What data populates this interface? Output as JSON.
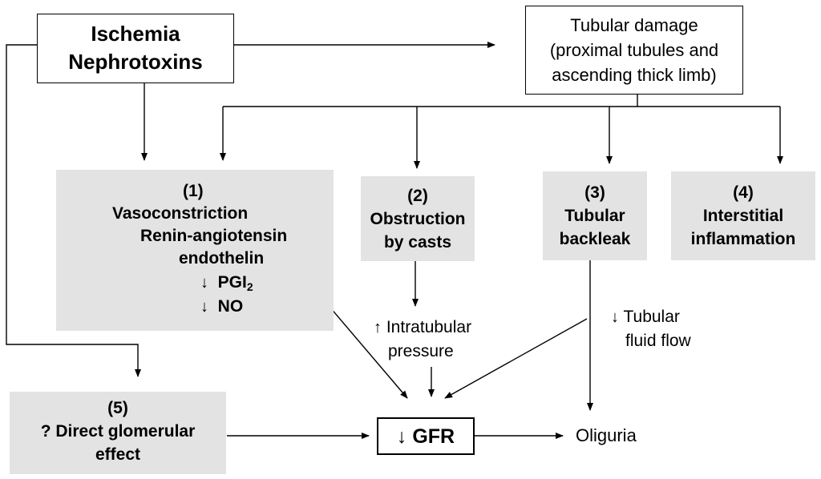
{
  "nodes": {
    "cause": {
      "lines": [
        "Ischemia",
        "Nephrotoxins"
      ]
    },
    "tubular_damage": {
      "lines": [
        "Tubular damage",
        "(proximal tubules and",
        "ascending thick limb)"
      ]
    },
    "m1": {
      "number": "(1)",
      "lines": [
        "Vasoconstriction",
        "Renin-angiotensin",
        "endothelin"
      ],
      "down_items": [
        {
          "main": "PGI",
          "sub": "2"
        },
        {
          "main": "NO",
          "sub": ""
        }
      ]
    },
    "m2": {
      "number": "(2)",
      "lines": [
        "Obstruction",
        "by casts"
      ]
    },
    "m3": {
      "number": "(3)",
      "lines": [
        "Tubular",
        "backleak"
      ]
    },
    "m4": {
      "number": "(4)",
      "lines": [
        "Interstitial",
        "inflammation"
      ]
    },
    "m5": {
      "number": "(5)",
      "lines": [
        "? Direct glomerular",
        "effect"
      ]
    },
    "gfr": {
      "symbol": "↓",
      "label": "GFR"
    }
  },
  "labels": {
    "intratubular": {
      "symbol": "↑",
      "lines": [
        "Intratubular",
        "pressure"
      ]
    },
    "tubular_flow": {
      "symbol": "↓",
      "lines": [
        "Tubular",
        "fluid flow"
      ]
    },
    "oliguria": "Oliguria"
  },
  "symbols": {
    "down": "↓"
  }
}
